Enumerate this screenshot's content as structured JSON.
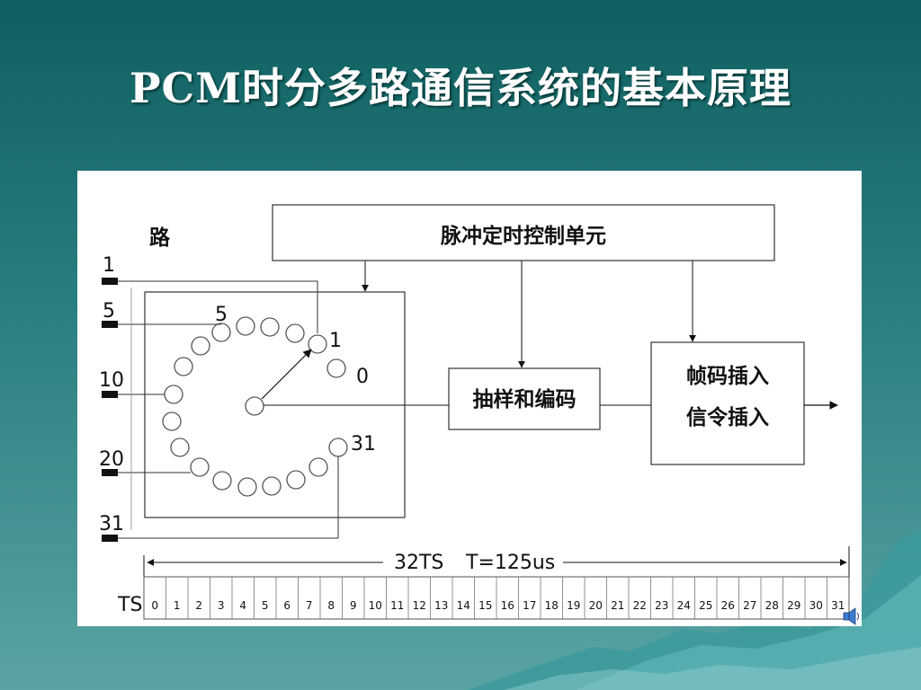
{
  "slide": {
    "title": "PCM时分多路通信系统的基本原理"
  },
  "diagram": {
    "lu_label": "路",
    "timing_unit": "脉冲定时控制单元",
    "sample_encode": "抽样和编码",
    "frame_insert_line1": "帧码插入",
    "frame_insert_line2": "信令插入",
    "channel_labels": [
      "1",
      "5",
      "10",
      "20",
      "31"
    ],
    "dial_labels": {
      "five": "5",
      "one": "1",
      "zero": "0",
      "thirtyone": "31"
    },
    "frame_label": "32TS",
    "period_label": "T=125us",
    "ts_label": "TS",
    "timeslots": [
      "0",
      "1",
      "2",
      "3",
      "4",
      "5",
      "6",
      "7",
      "8",
      "9",
      "10",
      "11",
      "12",
      "13",
      "14",
      "15",
      "16",
      "17",
      "18",
      "19",
      "20",
      "21",
      "22",
      "23",
      "24",
      "25",
      "26",
      "27",
      "28",
      "29",
      "30",
      "31"
    ]
  },
  "colors": {
    "background": "#1f7374",
    "title": "#ffffff",
    "panel": "#ffffff",
    "mountain": "#3d9a9c"
  },
  "icons": [
    "speaker-icon"
  ]
}
